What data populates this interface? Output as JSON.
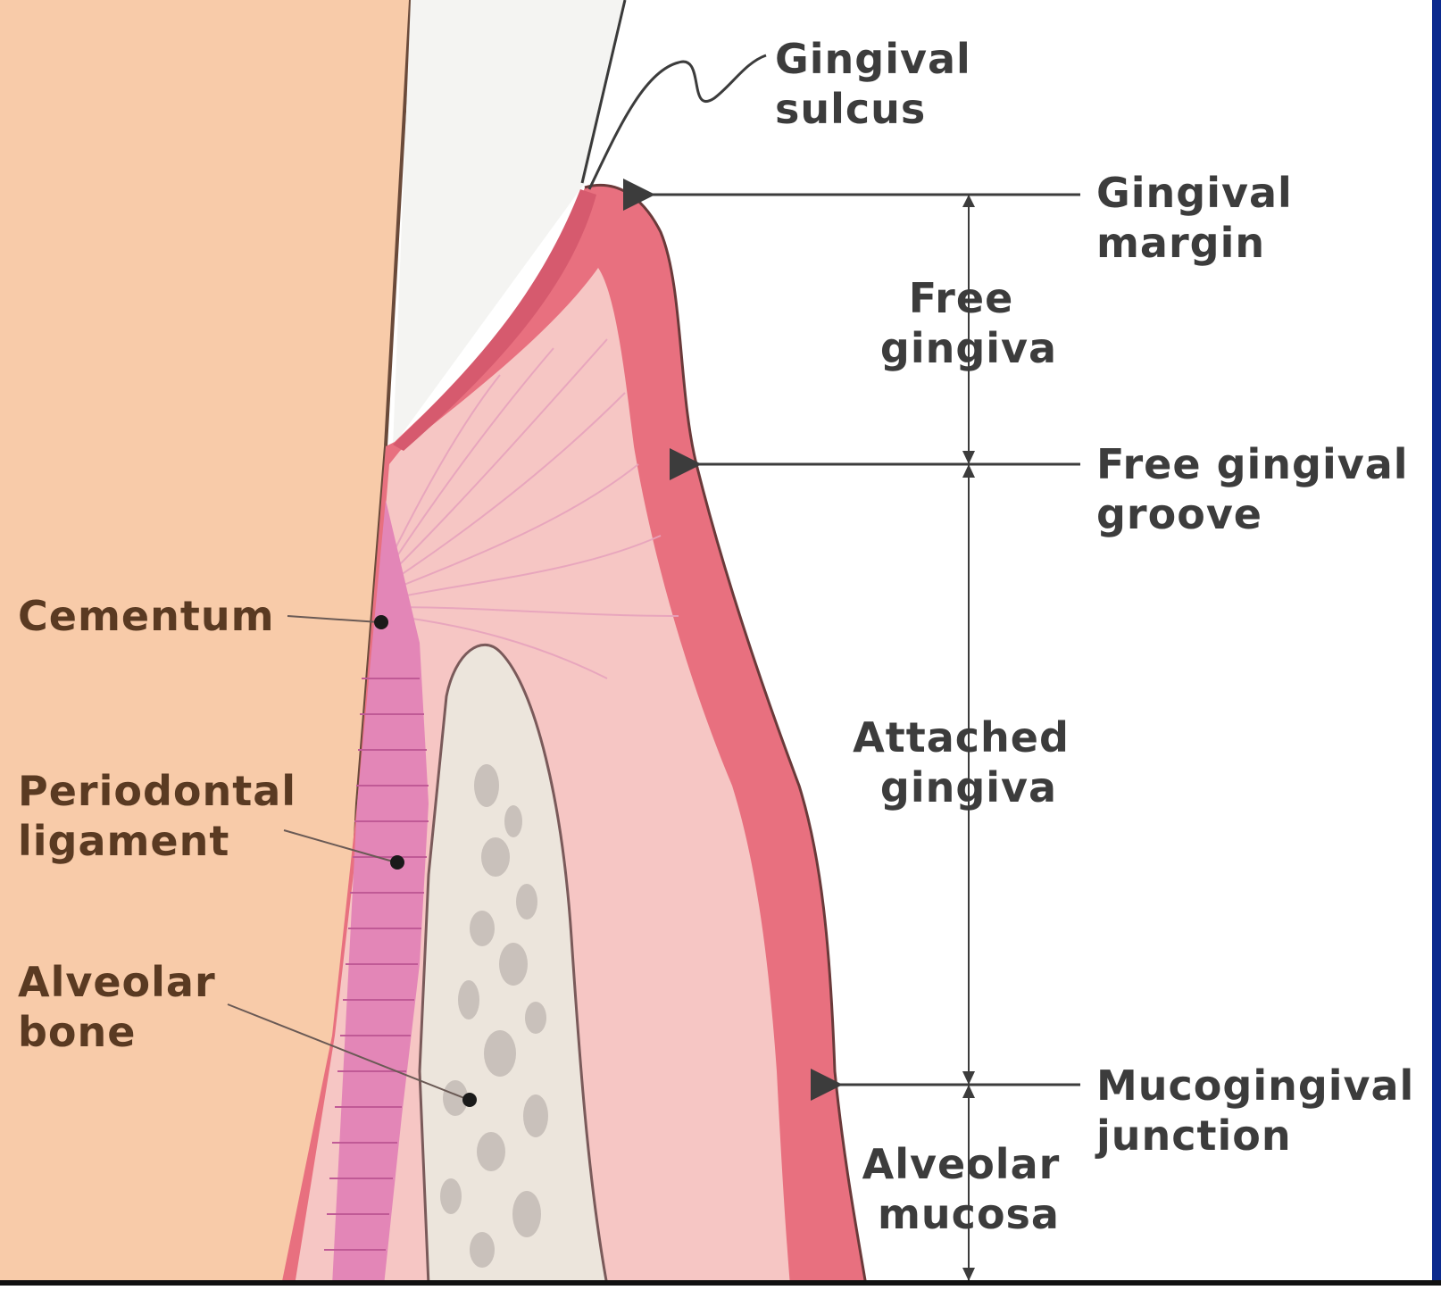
{
  "labels": {
    "gingival_sulcus": [
      "Gingival",
      "sulcus"
    ],
    "gingival_margin": [
      "Gingival",
      "margin"
    ],
    "free_gingiva": [
      "Free",
      "gingiva"
    ],
    "free_gingival_groove": [
      "Free gingival",
      "groove"
    ],
    "cementum": "Cementum",
    "attached_gingiva": [
      "Attached",
      "gingiva"
    ],
    "periodontal_ligament": [
      "Periodontal",
      "ligament"
    ],
    "alveolar_bone": [
      "Alveolar",
      "bone"
    ],
    "mucogingival_junction": [
      "Mucogingival",
      "junction"
    ],
    "alveolar_mucosa": [
      "Alveolar",
      "mucosa"
    ]
  },
  "colors": {
    "tooth": "#f8cba9",
    "gingiva_outer": "#e8707f",
    "gingiva_inner": "#f6c6c4",
    "ligament": "#e386b7",
    "bone": "#ece5dc",
    "bone_trabeculae": "#c9c1bb",
    "label_brown": "#5a3a22",
    "label_grey": "#3c3c3c",
    "frame_blue": "#0b2a8e"
  }
}
